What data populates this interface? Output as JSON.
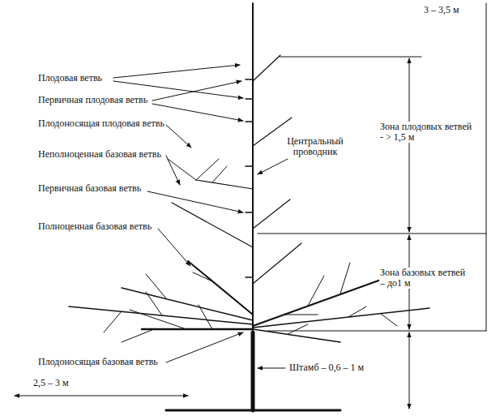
{
  "diagram": {
    "labels": [
      "3 – 3,5 м",
      "Плодовая ветвь",
      "Первичная плодовая ветвь",
      "Плодоносящая плодовая ветвь",
      "Неполноценная базовая ветвь",
      "Первичная базовая ветвь",
      "Полноценная базовая ветвь",
      "Центральный проводник",
      "Зона плодовых ветвей - > 1,5 м",
      "Зона базовых ветвей – до1 м",
      "Плодоносящая базовая ветвь",
      "Штамб – 0,6 – 1 м",
      "2,5 – 3 м"
    ]
  }
}
